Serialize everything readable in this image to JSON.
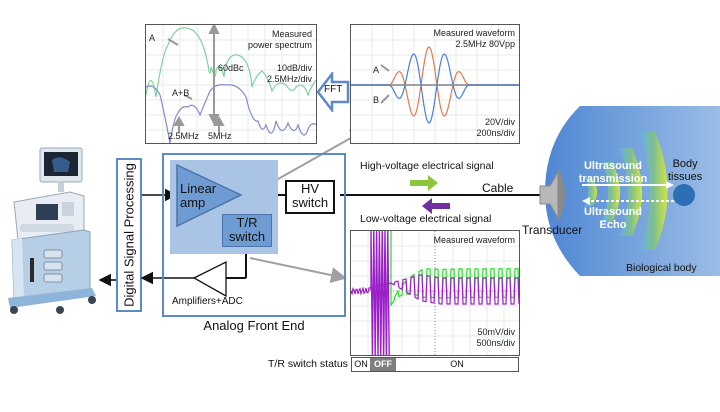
{
  "spectrum_panel": {
    "title_line1": "Measured",
    "title_line2": "power spectrum",
    "scale_line1": "10dB/div",
    "scale_line2": "2.5MHz/div",
    "label_a": "A",
    "label_ab": "A+B",
    "label_60dbc": "60dBc",
    "marker_25": "2.5MHz",
    "marker_5": "5MHz"
  },
  "fft_arrow": {
    "label": "FFT"
  },
  "tx_panel": {
    "title_line1": "Measured waveform",
    "title_line2": "2.5MHz  80Vpp",
    "label_a": "A",
    "label_b": "B",
    "scale_line1": "20V/div",
    "scale_line2": "200ns/div"
  },
  "rx_panel": {
    "title": "Measured waveform",
    "scale_line1": "50mV/div",
    "scale_line2": "500ns/div"
  },
  "tr_status": {
    "label": "T/R switch status",
    "segments": [
      {
        "text": "ON",
        "state": "on"
      },
      {
        "text": "OFF",
        "state": "off"
      },
      {
        "text": "ON",
        "state": "on"
      }
    ]
  },
  "dsp": {
    "label": "Digital Signal Processing"
  },
  "afe": {
    "title": "Analog Front End",
    "linear_amp_line1": "Linear",
    "linear_amp_line2": "amp",
    "tr_switch_line1": "T/R",
    "tr_switch_line2": "switch",
    "hv_switch_line1": "HV",
    "hv_switch_line2": "switch",
    "amplifiers_adc": "Amplifiers+ADC"
  },
  "signals": {
    "high_voltage": "High-voltage electrical signal",
    "low_voltage": "Low-voltage electrical signal",
    "cable": "Cable"
  },
  "body": {
    "transducer": "Transducer",
    "ultrasound_tx_line1": "Ultrasound",
    "ultrasound_tx_line2": "transmission",
    "ultrasound_echo_line1": "Ultrasound",
    "ultrasound_echo_line2": "Echo",
    "body_tissues_line1": "Body",
    "body_tissues_line2": "tissues",
    "biological_body": "Biological body"
  },
  "colors": {
    "afe_border": "#5b8ac6",
    "afe_inner_fill": "#a9c4e4",
    "block_fill": "#6f9bd3",
    "tx_arrow": "#8cc63f",
    "rx_arrow": "#7030a0",
    "spectrum_a": "#7fd0a0",
    "spectrum_ab": "#8888cc",
    "wave_a": "#e07a50",
    "wave_b": "#4a7fd8",
    "rx_green": "#22dd22",
    "rx_purple": "#9b1fc8",
    "body_blue": "#5a93d8"
  }
}
